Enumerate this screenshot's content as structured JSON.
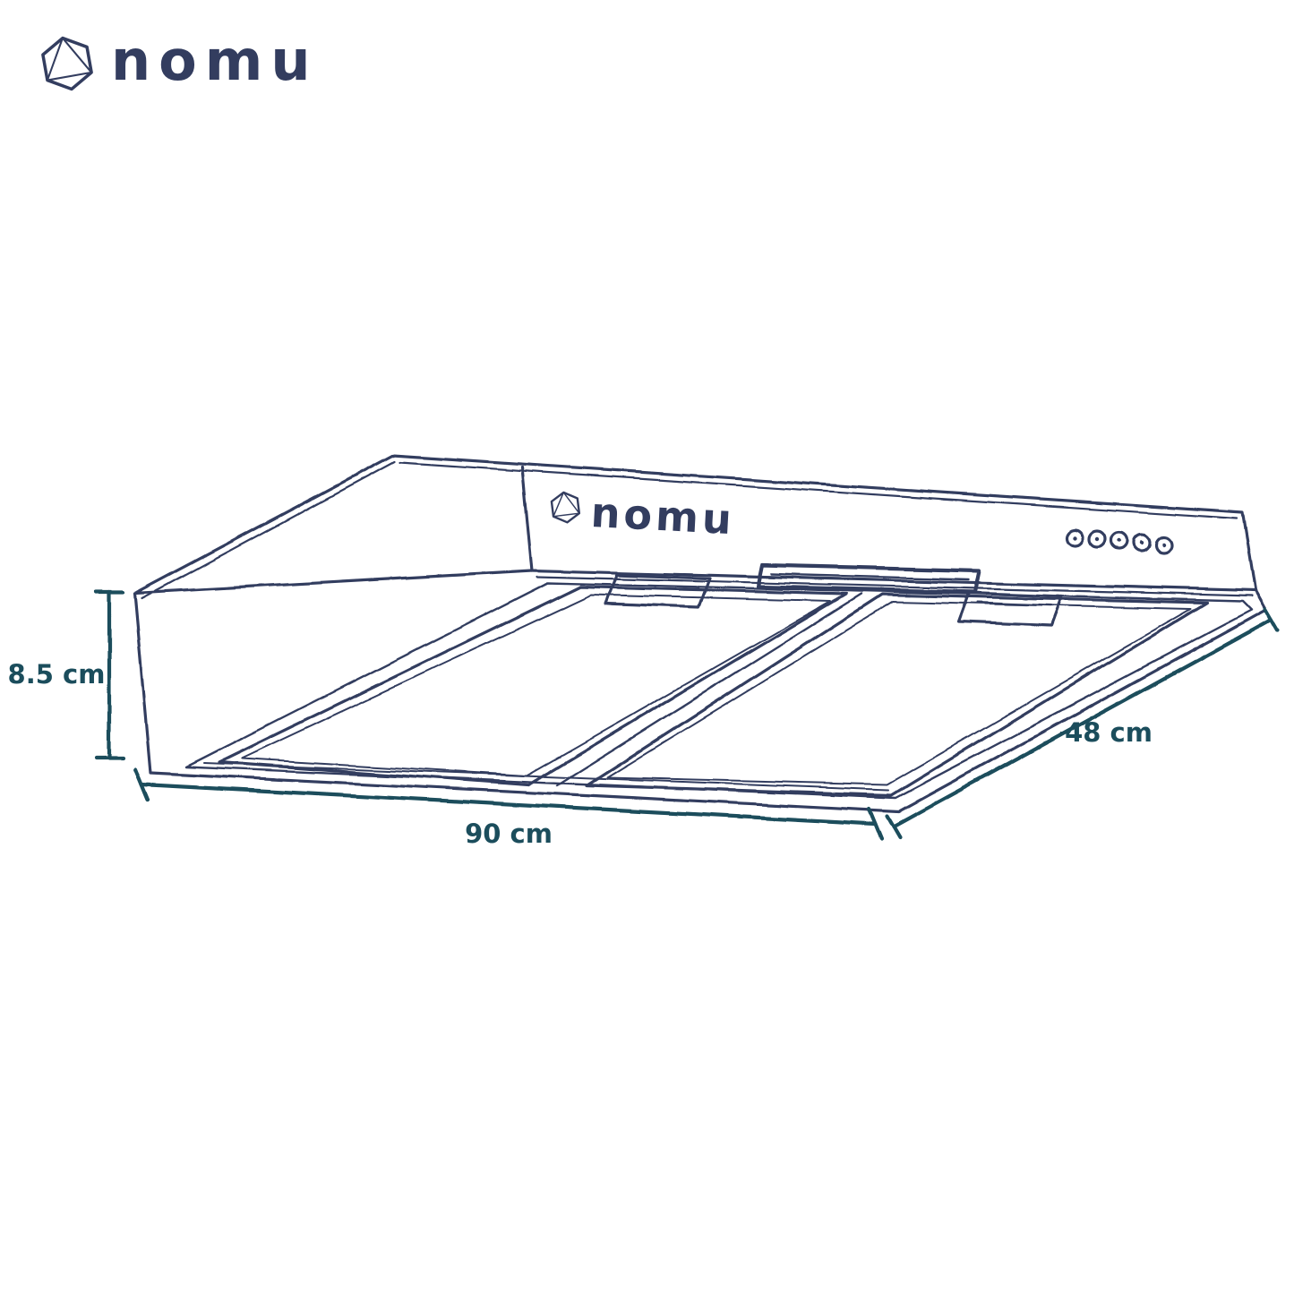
{
  "brand": {
    "name": "nomu",
    "icon": "hexagon-gem-icon",
    "color": "#333d5f"
  },
  "diagram": {
    "product": "under-cabinet range hood line drawing",
    "hood": {
      "brand_label": "nomu",
      "control_button_count": 5,
      "filter_panel_count": 2
    },
    "dimensions": {
      "height": {
        "value": 8.5,
        "unit": "cm",
        "label": "8.5 cm"
      },
      "width": {
        "value": 90,
        "unit": "cm",
        "label": "90 cm"
      },
      "depth": {
        "value": 48,
        "unit": "cm",
        "label": "48 cm"
      }
    },
    "colors": {
      "line_art": "#333d5f",
      "dimension": "#1b4d5c",
      "background": "#ffffff"
    }
  }
}
